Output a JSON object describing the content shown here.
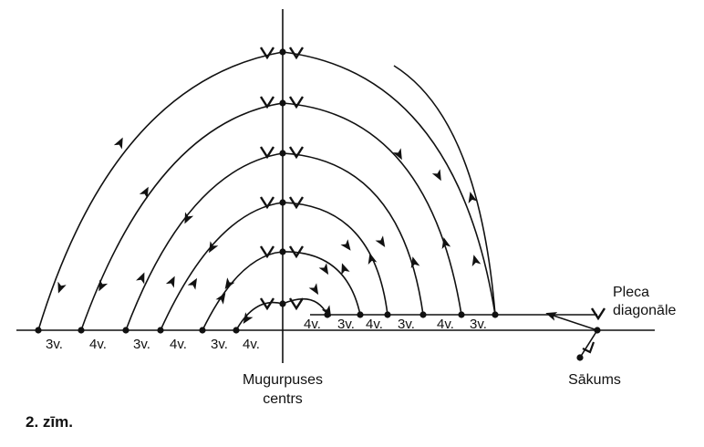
{
  "diagram": {
    "row_labels_left": [
      "3v.",
      "4v.",
      "3v.",
      "4v.",
      "3v.",
      "4v."
    ],
    "row_labels_right": [
      "4v.",
      "3v.",
      "4v.",
      "3v.",
      "4v.",
      "3v."
    ],
    "label_shoulder": [
      "Pleca",
      "diagonāle"
    ],
    "label_center": [
      "Mugurpuses",
      "centrs"
    ],
    "label_start": "Sākums",
    "figure_caption": "2. zīm.",
    "line_color": "#111111"
  }
}
